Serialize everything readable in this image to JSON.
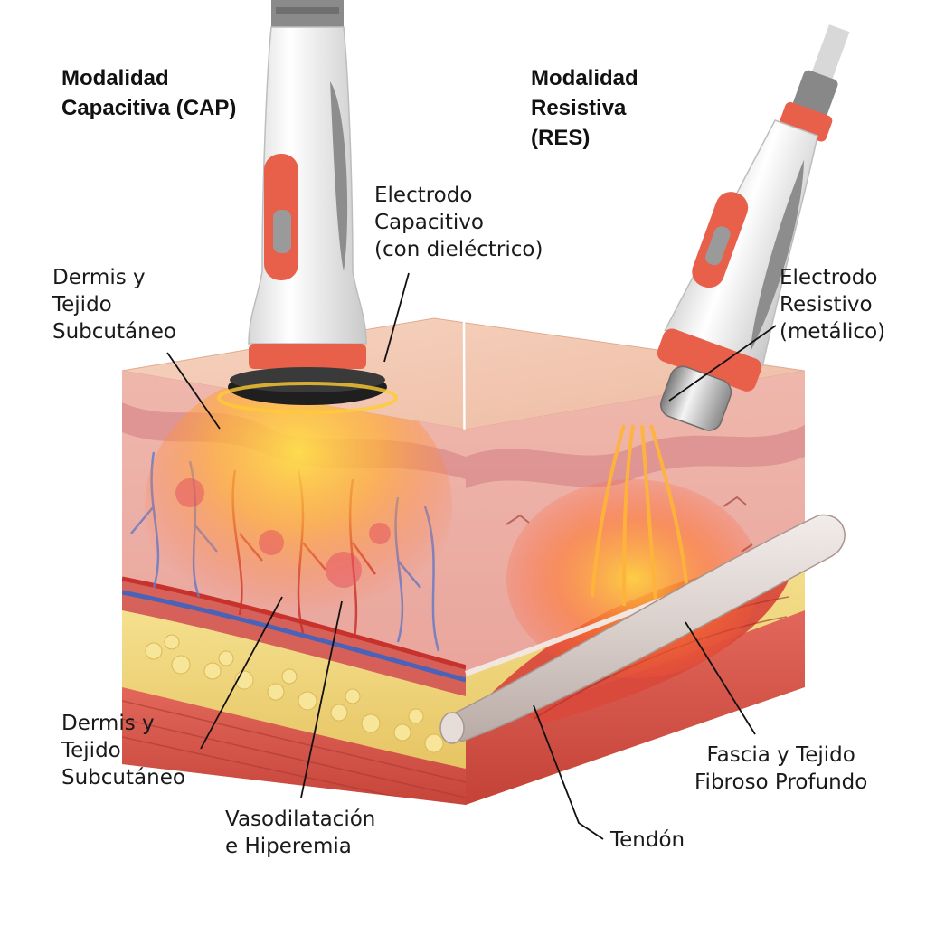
{
  "titles": {
    "cap": [
      "Modalidad",
      "Capacitiva (CAP)"
    ],
    "res": [
      "Modalidad",
      "Resistiva",
      "(RES)"
    ]
  },
  "labels": {
    "electrode_cap": [
      "Electrodo",
      "Capacitivo",
      "(con dieléctrico)"
    ],
    "dermis_top": [
      "Dermis y",
      "Tejido",
      "Subcutáneo"
    ],
    "electrode_res": [
      "Electrodo",
      "Resistivo",
      "(metálico)"
    ],
    "dermis_bottom": [
      "Dermis y",
      "Tejido",
      "Subcutáneo"
    ],
    "vasodilation": [
      "Vasodilatación",
      "e Hiperemia"
    ],
    "fascia": [
      "Fascia y Tejido",
      "Fibroso Profundo"
    ],
    "tendon": [
      "Tendón"
    ]
  },
  "colors": {
    "skin": "#f3c8b2",
    "dermis": "#e8a9a0",
    "fat": "#f1d77a",
    "muscle": "#d9584d",
    "accent_orange": "#e8604a",
    "heat_yellow": "#ffd23a",
    "vein_blue": "#4a62b8",
    "artery_red": "#c8322c"
  }
}
